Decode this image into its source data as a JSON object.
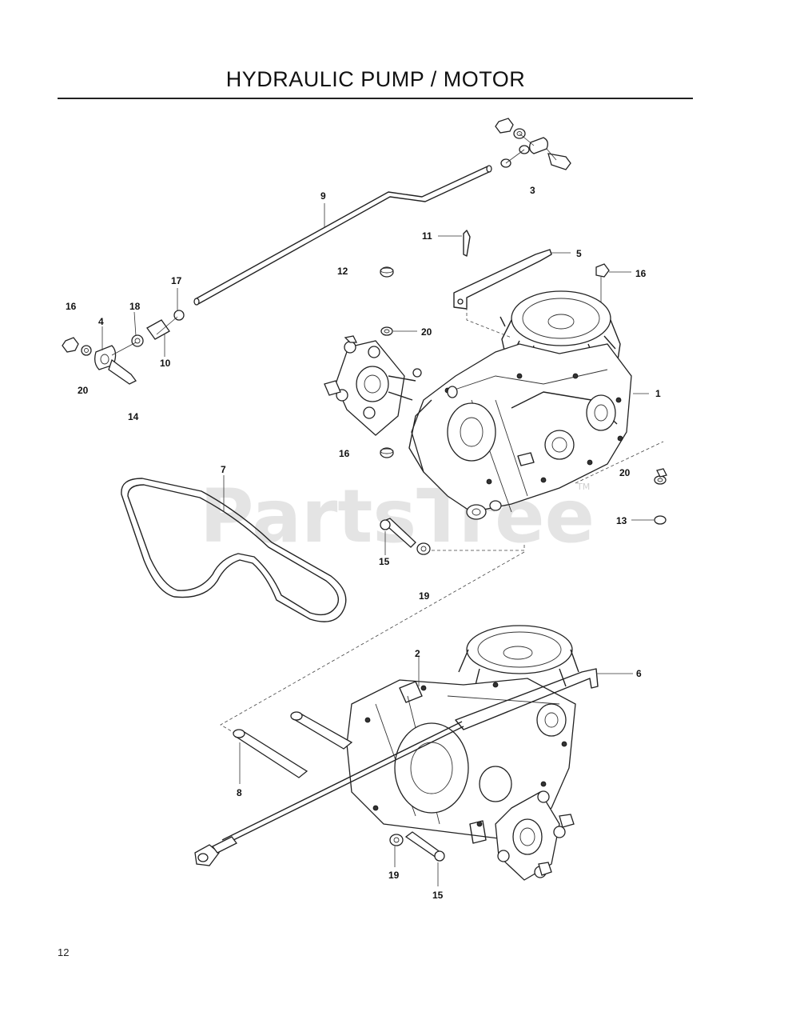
{
  "title": "HYDRAULIC PUMP / MOTOR",
  "page_number": "12",
  "watermark": {
    "text": "PartsTree",
    "trademark": "TM"
  },
  "callouts": {
    "c1": "1",
    "c2": "2",
    "c3": "3",
    "c4": "4",
    "c5": "5",
    "c6": "6",
    "c7": "7",
    "c8": "8",
    "c9": "9",
    "c10": "10",
    "c11": "11",
    "c12": "12",
    "c13": "13",
    "c14": "14",
    "c15a": "15",
    "c15b": "15",
    "c16a": "16",
    "c16b": "16",
    "c16c": "16",
    "c17": "17",
    "c18": "18",
    "c19a": "19",
    "c19b": "19",
    "c20a": "20",
    "c20b": "20",
    "c20c": "20"
  }
}
